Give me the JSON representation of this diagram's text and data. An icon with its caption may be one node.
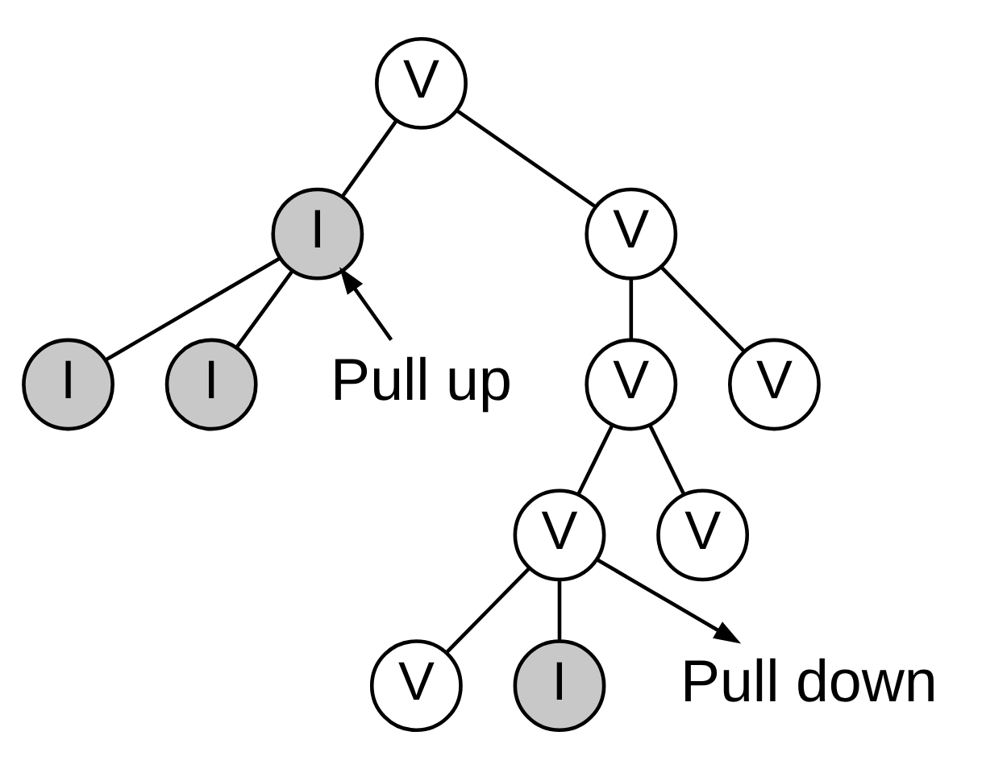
{
  "diagram": {
    "nodes": [
      {
        "text": [
          "V"
        ]
      },
      {
        "text": [
          "I"
        ]
      },
      {
        "text": [
          "V"
        ]
      },
      {
        "text": [
          "I"
        ]
      },
      {
        "text": [
          "I"
        ]
      },
      {
        "text": [
          "V"
        ]
      },
      {
        "text": [
          "V"
        ]
      },
      {
        "text": [
          "V"
        ]
      },
      {
        "text": [
          "V"
        ]
      },
      {
        "text": [
          "V"
        ]
      },
      {
        "text": [
          "I"
        ]
      },
      {
        "text": [
          "Pull up"
        ]
      },
      {
        "text": [
          "Pull down"
        ]
      }
    ],
    "edges": [
      {
        "from": 0,
        "to": 1,
        "arrow": "none"
      },
      {
        "from": 0,
        "to": 2,
        "arrow": "none"
      },
      {
        "from": 1,
        "to": 3,
        "arrow": "none"
      },
      {
        "from": 1,
        "to": 4,
        "arrow": "none"
      },
      {
        "from": 2,
        "to": 5,
        "arrow": "none"
      },
      {
        "from": 2,
        "to": 6,
        "arrow": "none"
      },
      {
        "from": 5,
        "to": 7,
        "arrow": "none"
      },
      {
        "from": 5,
        "to": 8,
        "arrow": "none"
      },
      {
        "from": 7,
        "to": 9,
        "arrow": "none"
      },
      {
        "from": 7,
        "to": 10,
        "arrow": "none"
      },
      {
        "from": 11,
        "to": 1,
        "arrow": "to"
      },
      {
        "from": 7,
        "to": 12,
        "arrow": "to"
      }
    ]
  }
}
